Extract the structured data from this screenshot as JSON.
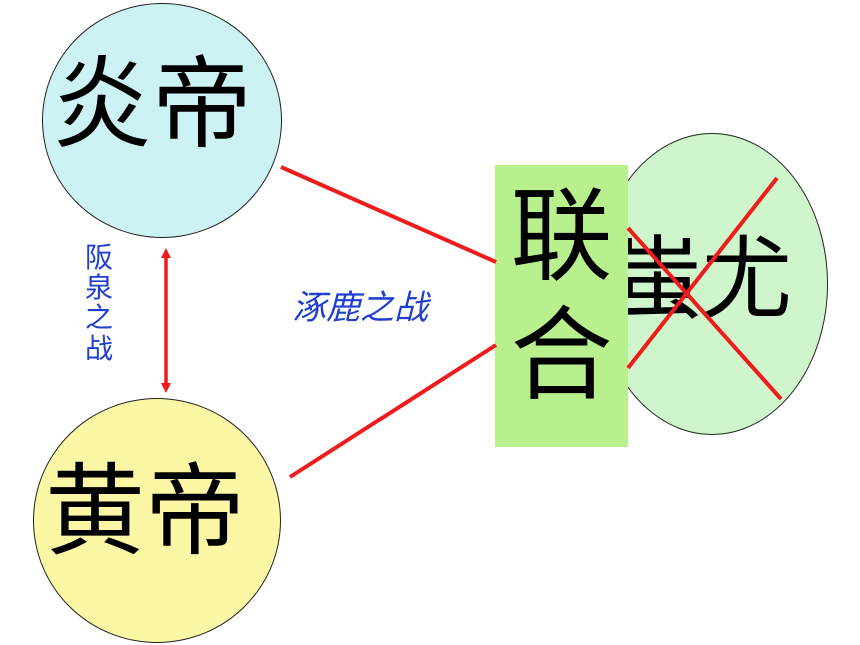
{
  "nodes": {
    "yandi": {
      "label": "炎帝",
      "fill": "#ccf2f4"
    },
    "huangdi": {
      "label": "黄帝",
      "fill": "#fbf7a4"
    },
    "chiyou": {
      "label": "蚩尤",
      "fill": "#cff5cc"
    }
  },
  "union": {
    "label": "联合",
    "fill": "#b8f08e"
  },
  "battles": {
    "banquan": "阪泉之战",
    "zhuolu": "涿鹿之战"
  },
  "colors": {
    "line": "#ee1c1c",
    "battle_text": "#1e3fd0",
    "cross": "#ee1c1c"
  }
}
